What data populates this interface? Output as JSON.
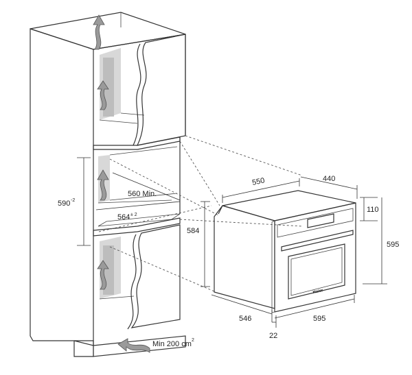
{
  "labels": {
    "oven_width": "550",
    "oven_depth_top": "440",
    "control_height": "110",
    "oven_total_height": "595",
    "oven_body_height": "584",
    "oven_base_depth": "546",
    "oven_front_width": "595",
    "door_thickness": "22",
    "niche_depth": "560 Min.",
    "niche_width": "564",
    "niche_width_tol": "± 2",
    "niche_height": "590",
    "niche_height_tol": "-2",
    "ventilation": "Min 200 cm",
    "ventilation_exp": "2",
    "brand": "Haier"
  }
}
